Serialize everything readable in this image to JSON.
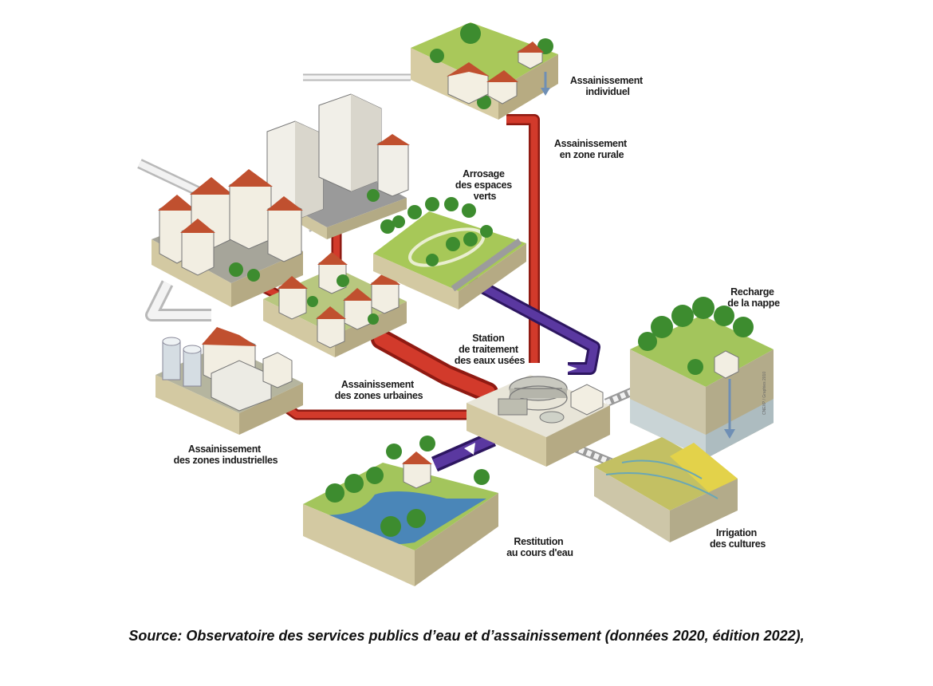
{
  "labels": {
    "individuel": [
      "Assainissement",
      "individuel"
    ],
    "rurale": [
      "Assainissement",
      "en zone rurale"
    ],
    "arrosage": [
      "Arrosage",
      "des espaces",
      "verts"
    ],
    "recharge": [
      "Recharge",
      "de la nappe"
    ],
    "station": [
      "Station",
      "de traitement",
      "des eaux usées"
    ],
    "urbaines": [
      "Assainissement",
      "des zones urbaines"
    ],
    "industrielles": [
      "Assainissement",
      "des zones industrielles"
    ],
    "restitution": [
      "Restitution",
      "au cours d'eau"
    ],
    "irrigation": [
      "Irrigation",
      "des cultures"
    ]
  },
  "credit": "CNEXP / Graphies 2010",
  "caption": "Source: Observatoire des services publics d’eau et d’assainissement (données 2020, édition 2022),",
  "colors": {
    "collection_pipe": "#c62a1e",
    "reuse_pipe": "#4a2a8a",
    "clean_pipe": "#e8e8e8",
    "roof": "#c0502f",
    "tree": "#3d8c2f",
    "grass": "#a4c64a",
    "soil": "#cbbf96",
    "water": "#4a86b8"
  }
}
